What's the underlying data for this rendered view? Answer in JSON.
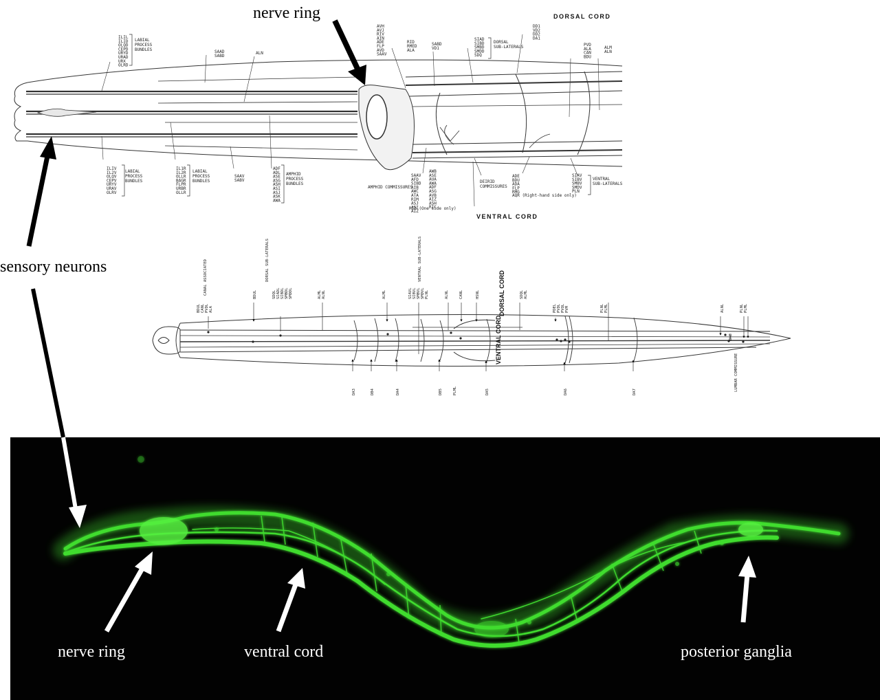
{
  "colors": {
    "photo_background": "#020202",
    "neuron_green": "#3fdc2f",
    "arrow_black": "#000000",
    "arrow_white": "#ffffff"
  },
  "callouts": {
    "nerve_ring_top": "nerve ring",
    "sensory_neurons": "sensory neurons",
    "nerve_ring_bottom": "nerve ring",
    "ventral_cord": "ventral cord",
    "posterior_ganglia": "posterior ganglia"
  },
  "head_diagram": {
    "dorsal_cord": "DORSAL CORD",
    "ventral_cord": "VENTRAL CORD",
    "labial_top": [
      "ILIL",
      "ILID",
      "OLQD",
      "CEPD",
      "URYD",
      "URAD",
      "URX",
      "OLRD"
    ],
    "labial_top_note": [
      "LABIAL",
      "PROCESS",
      "BUNDLES"
    ],
    "labial_bottom": [
      "ILIV",
      "IL2V",
      "OLQV",
      "CEPV",
      "URYV",
      "URAV",
      "OLRV"
    ],
    "labial_bottom_note": [
      "LABIAL",
      "PROCESS",
      "BUNDLES"
    ],
    "labial_right": [
      "IL1R",
      "IL2R",
      "OLLR",
      "BAGR",
      "FLPR",
      "URBR",
      "OLLR"
    ],
    "labial_right_note": [
      "LABIAL",
      "PROCESS",
      "BUNDLES"
    ],
    "saad": [
      "SAAD",
      "SABD"
    ],
    "saav": [
      "SAAV",
      "SABV"
    ],
    "aln": "ALN",
    "amphid": [
      "ADF",
      "ADL",
      "ASE",
      "ASG",
      "ASH",
      "ASI",
      "ASJ",
      "ASK",
      "AWA"
    ],
    "amphid_note": [
      "AMPHID",
      "PROCESS",
      "BUNDLES"
    ],
    "ring_top": [
      "AVH",
      "AVJ",
      "RIV",
      "AIN",
      "ADE",
      "FLP",
      "AVD",
      "SAAV"
    ],
    "rid": [
      "RID",
      "RMED",
      "ALA"
    ],
    "sabd": [
      "SABD",
      "VD1"
    ],
    "dorsal_sub": [
      "SIAD",
      "SIBD",
      "SMBD",
      "SMDD",
      "SDQ"
    ],
    "dorsal_sub_note": [
      "DORSAL",
      "SUB-LATERALS"
    ],
    "dd": [
      "DD1",
      "VD2",
      "DD2",
      "DA1"
    ],
    "pvd": [
      "PVD",
      "ALA",
      "CAN",
      "BDU"
    ],
    "alm": [
      "ALM",
      "ALN"
    ],
    "amphid_comm": [
      "SAAV",
      "AFD",
      "SIBD",
      "AIB",
      "AWC",
      "ATA",
      "RIM",
      "ASJ",
      "ASI",
      "AIZ"
    ],
    "amphid_comm_note": "AMPHID COMMISSURES",
    "amphid_comm_right": [
      "AWB",
      "ASE",
      "AUA",
      "AWA",
      "ADF",
      "ASG",
      "AVB",
      "AIZ",
      "ASH",
      "RIC"
    ],
    "rid_note": "RID (One side only)",
    "deirid": [
      "DEIRID",
      "COMMISSURES"
    ],
    "ade": [
      "ADE",
      "BDU",
      "ADA",
      "FLP",
      "RMG"
    ],
    "aqr_note": "AQR (Right-hand side only)",
    "ventral_sub": [
      "SIAV",
      "SIBV",
      "SMBV",
      "SMDV",
      "PLN"
    ],
    "ventral_sub_note": [
      "VENTRAL",
      "SUB-LATERALS"
    ]
  },
  "body_diagram": {
    "dorsal_cord": "DORSAL CORD",
    "ventral_cord": "VENTRAL CORD",
    "top_groups": [
      [
        "BDUL",
        "CANL",
        "PVDL",
        "ALA"
      ],
      [
        "BDUL"
      ],
      [
        "SDQL",
        "SIADL",
        "SIBDL",
        "SMBDL",
        "SMDDL"
      ],
      [
        "ALML",
        "ALNL"
      ],
      [
        "ALML"
      ],
      [
        "SIAVL",
        "SIBVL",
        "SMBVL",
        "SMDVL",
        "PLNL"
      ],
      [
        "ALNL"
      ],
      [
        "CANL"
      ],
      [
        "HSNL"
      ],
      [
        "SDQL",
        "ALML"
      ],
      [
        "PDEL",
        "PVDL",
        "PVQL",
        "PVM"
      ],
      [
        "PLNL",
        "PLML"
      ],
      [
        "ALNL"
      ],
      [
        "PLNL",
        "PLML"
      ]
    ],
    "top_notes": [
      "CANAL ASSOCIATED",
      "DORSAL SUB-LATERALS",
      "VENTRAL SUB-LATERALS"
    ],
    "bottom_labels": [
      "DA3",
      "DB4",
      "DA4",
      "DB5",
      "PLML",
      "DA5",
      "DA6",
      "DA7"
    ],
    "dae": "DAE",
    "lumbar": "LUMBAR COMMISSURE"
  }
}
